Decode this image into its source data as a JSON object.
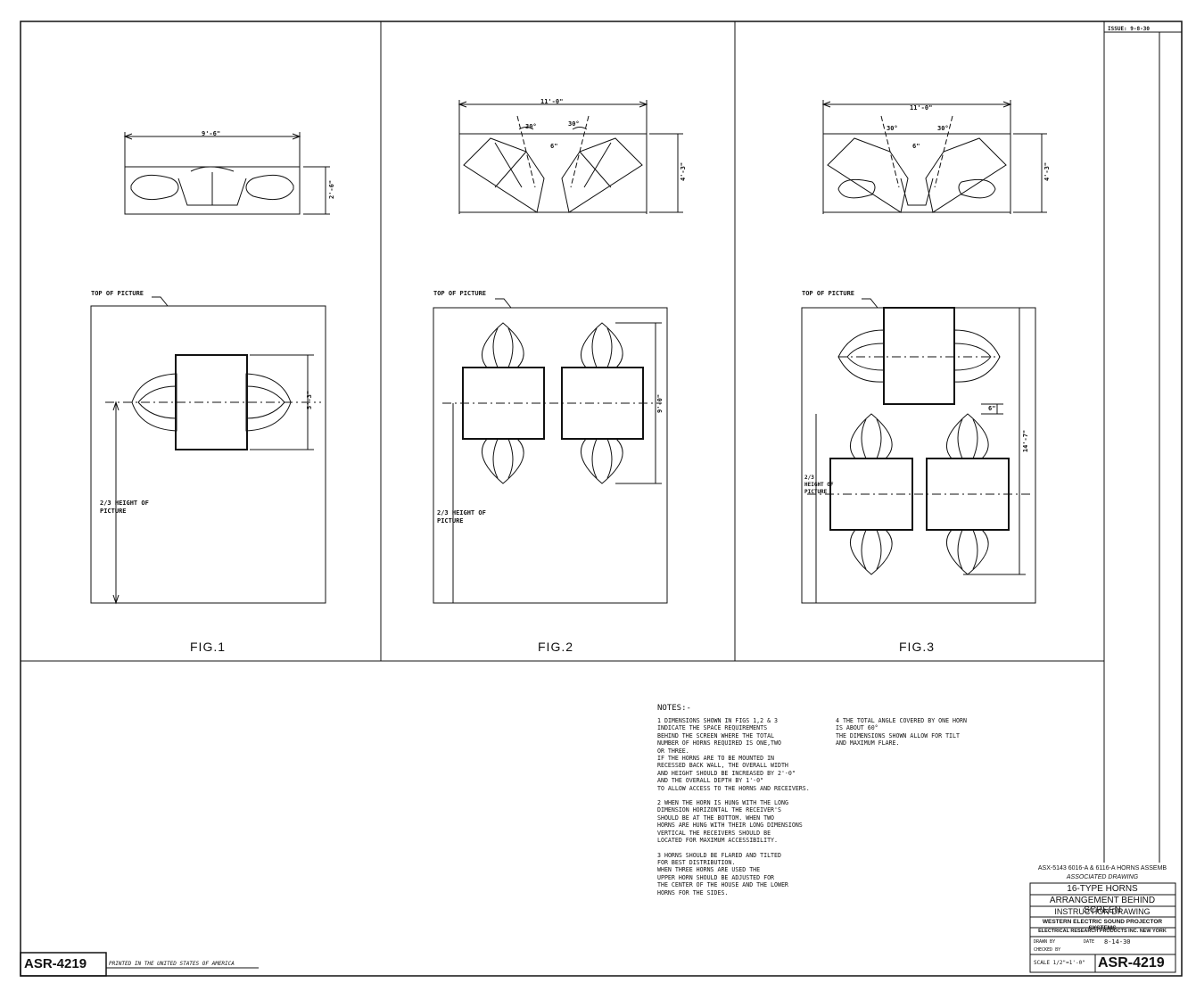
{
  "drawing_number": "ASR-4219",
  "printed_note": "PRINTED IN THE UNITED STATES OF AMERICA",
  "issue_stamp": "ISSUE: 9-8-30",
  "figures": [
    {
      "label": "FIG.1",
      "width_dim": "9'-6\"",
      "depth_dim": "2'-6\"",
      "top_label": "TOP OF PICTURE",
      "height_dim": "5'-3\"",
      "height_note": "2/3 HEIGHT OF PICTURE"
    },
    {
      "label": "FIG.2",
      "width_dim": "11'-0\"",
      "depth_dim": "4'-3\"",
      "angle_dim": "30°",
      "gap_dim": "6\"",
      "top_label": "TOP OF PICTURE",
      "height_dim": "9'-0\"",
      "height_note": "2/3 HEIGHT OF PICTURE"
    },
    {
      "label": "FIG.3",
      "width_dim": "11'-0\"",
      "depth_dim": "4'-3\"",
      "angle_dim": "30°",
      "gap_dim": "6\"",
      "top_label": "TOP OF PICTURE",
      "height_dim": "14'-7\"",
      "gap_vertical": "6\"",
      "height_note": "2/3 HEIGHT OF PICTURE"
    }
  ],
  "notes": {
    "heading": "NOTES:-",
    "items": [
      {
        "num": "1",
        "text": "DIMENSIONS SHOWN IN FIGS 1,2 & 3\nINDICATE THE SPACE REQUIREMENTS\nBEHIND THE SCREEN WHERE THE TOTAL\nNUMBER OF HORNS REQUIRED IS ONE,TWO\nOR THREE.\n     IF THE HORNS ARE TO BE MOUNTED IN\nRECESSED BACK WALL, THE OVERALL WIDTH\nAND HEIGHT SHOULD BE INCREASED BY 2'-0\"\nAND THE OVERALL DEPTH BY 1'-0\"\nTO ALLOW ACCESS TO THE HORNS AND RECEIVERS."
      },
      {
        "num": "2",
        "text": "WHEN THE HORN IS HUNG WITH THE LONG\nDIMENSION HORIZONTAL THE RECEIVER'S\nSHOULD BE AT THE BOTTOM. WHEN TWO\nHORNS ARE HUNG WITH THEIR LONG DIMENSIONS\nVERTICAL THE RECEIVERS SHOULD BE\nLOCATED FOR MAXIMUM ACCESSIBILITY."
      },
      {
        "num": "3",
        "text": "HORNS SHOULD BE FLARED AND TILTED\nFOR BEST DISTRIBUTION.\n     WHEN THREE HORNS ARE USED THE\nUPPER HORN SHOULD BE ADJUSTED FOR\nTHE CENTER OF THE HOUSE AND THE LOWER\nHORNS FOR THE SIDES."
      },
      {
        "num": "4",
        "text": "THE TOTAL ANGLE COVERED BY ONE HORN\nIS ABOUT 60°\nTHE DIMENSIONS SHOWN ALLOW FOR TILT\nAND MAXIMUM FLARE."
      }
    ]
  },
  "title_block": {
    "assoc_ref": "ASX-5143  6016-A & 6116-A HORNS ASSEMB",
    "assoc_label": "ASSOCIATED DRAWING",
    "line1": "16-TYPE HORNS",
    "line2": "ARRANGEMENT BEHIND SCREEN",
    "line3": "INSTRUCTION DRAWING",
    "company": "WESTERN ELECTRIC SOUND PROJECTOR SYSTEMS",
    "maker": "ELECTRICAL RESEARCH PRODUCTS INC. NEW YORK",
    "drawn_label": "DRAWN BY",
    "checked_label": "CHECKED BY",
    "date_label": "DATE",
    "date": "8-14-30",
    "scale": "SCALE 1/2\"=1'-0\"",
    "number": "ASR-4219"
  }
}
